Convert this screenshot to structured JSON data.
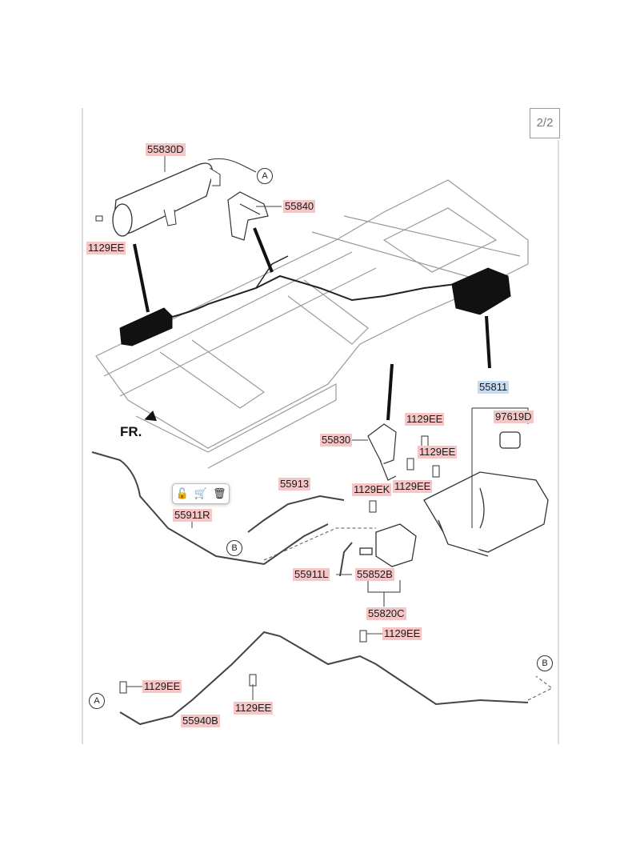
{
  "page_indicator": "2/2",
  "direction_label": "FR.",
  "connectors": {
    "a": "A",
    "b": "B"
  },
  "labels": {
    "p55830D": "55830D",
    "p1129EE_top": "1129EE",
    "p55840": "55840",
    "p55811": "55811",
    "p97619D": "97619D",
    "p1129EE_a": "1129EE",
    "p55830": "55830",
    "p1129EE_b": "1129EE",
    "p1129EE_c": "1129EE",
    "p1129EK": "1129EK",
    "p55913": "55913",
    "p55911R": "55911R",
    "p55911L": "55911L",
    "p55852B": "55852B",
    "p55820C": "55820C",
    "p1129EE_d": "1129EE",
    "p1129EE_e": "1129EE",
    "p1129EE_f": "1129EE",
    "p55940B": "55940B"
  },
  "popup": {
    "icons": [
      "unlock-icon",
      "cart-icon",
      "delete-icon"
    ],
    "glyphs": [
      "🔓",
      "🛒",
      "🗑"
    ]
  },
  "colors": {
    "part_highlight": "#f6c6c6",
    "group_highlight": "#c7dcf3",
    "line": "#555555"
  }
}
